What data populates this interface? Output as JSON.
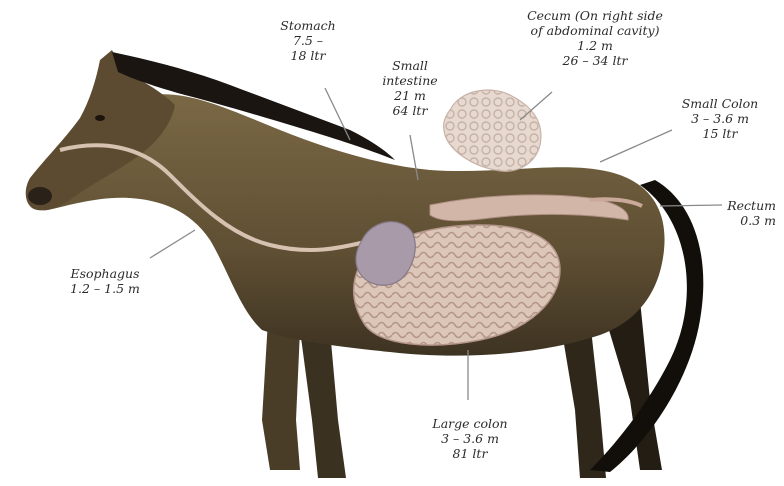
{
  "labels": {
    "stomach": {
      "name": "Stomach",
      "length": "7.5 –",
      "volume": "18 ltr"
    },
    "small_intestine": {
      "name": "Small",
      "name2": "intestine",
      "length": "21 m",
      "volume": "64 ltr"
    },
    "cecum": {
      "name": "Cecum (On right side",
      "name2": "of abdominal cavity)",
      "length": "1.2 m",
      "volume": "26 – 34 ltr"
    },
    "small_colon": {
      "name": "Small Colon",
      "length": "3 – 3.6 m",
      "volume": "15 ltr"
    },
    "rectum": {
      "name": "Rectum",
      "length": "0.3 m"
    },
    "esophagus": {
      "name": "Esophagus",
      "length": "1.2 – 1.5 m"
    },
    "large_colon": {
      "name": "Large colon",
      "length": "3 – 3.6 m",
      "volume": "81 ltr"
    }
  },
  "colors": {
    "coat": "#6b5a3a",
    "coat_dark": "#3d3322",
    "mane": "#1a1510",
    "organ_fill": "#d9c2b5",
    "organ_shadow": "#b89a8c",
    "stomach_fill": "#a69aa8",
    "leader_line": "#8a8a8a",
    "background": "#ffffff"
  }
}
